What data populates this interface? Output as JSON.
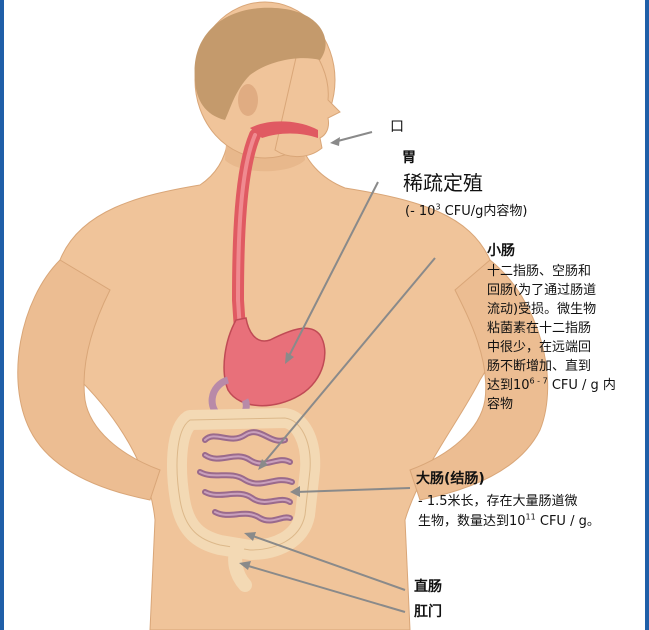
{
  "labels": {
    "mouth": "口",
    "stomach_title": "胃",
    "stomach_sub": "稀疏定殖",
    "stomach_count_pre": "(- 10",
    "stomach_count_exp": "3",
    "stomach_count_post": " CFU/g内容物)",
    "small_title": "小肠",
    "small_body_pre": "十二指肠、空肠和\n回肠(为了通过肠道\n流动)受损。微生物\n粘菌素在十二指肠\n中很少，在远端回\n肠不断增加、直到\n达到10",
    "small_exp": "6 - 7",
    "small_body_post": " CFU / g 内\n容物",
    "large_title": "大肠(结肠)",
    "large_body_pre": " - 1.5米长，存在大量肠道微\n生物，数量达到10",
    "large_exp": "11",
    "large_body_post": " CFU / g。",
    "rectum": "直肠",
    "anus": "肛门"
  },
  "colors": {
    "skin": "#f0c49a",
    "skin_shadow": "#dca87c",
    "hair": "#c49a6c",
    "stomach": "#e8707a",
    "esophagus": "#e05a62",
    "intestine": "#9a6a8c",
    "colon": "#f3d9b4",
    "frame": "#1f5fa8"
  }
}
